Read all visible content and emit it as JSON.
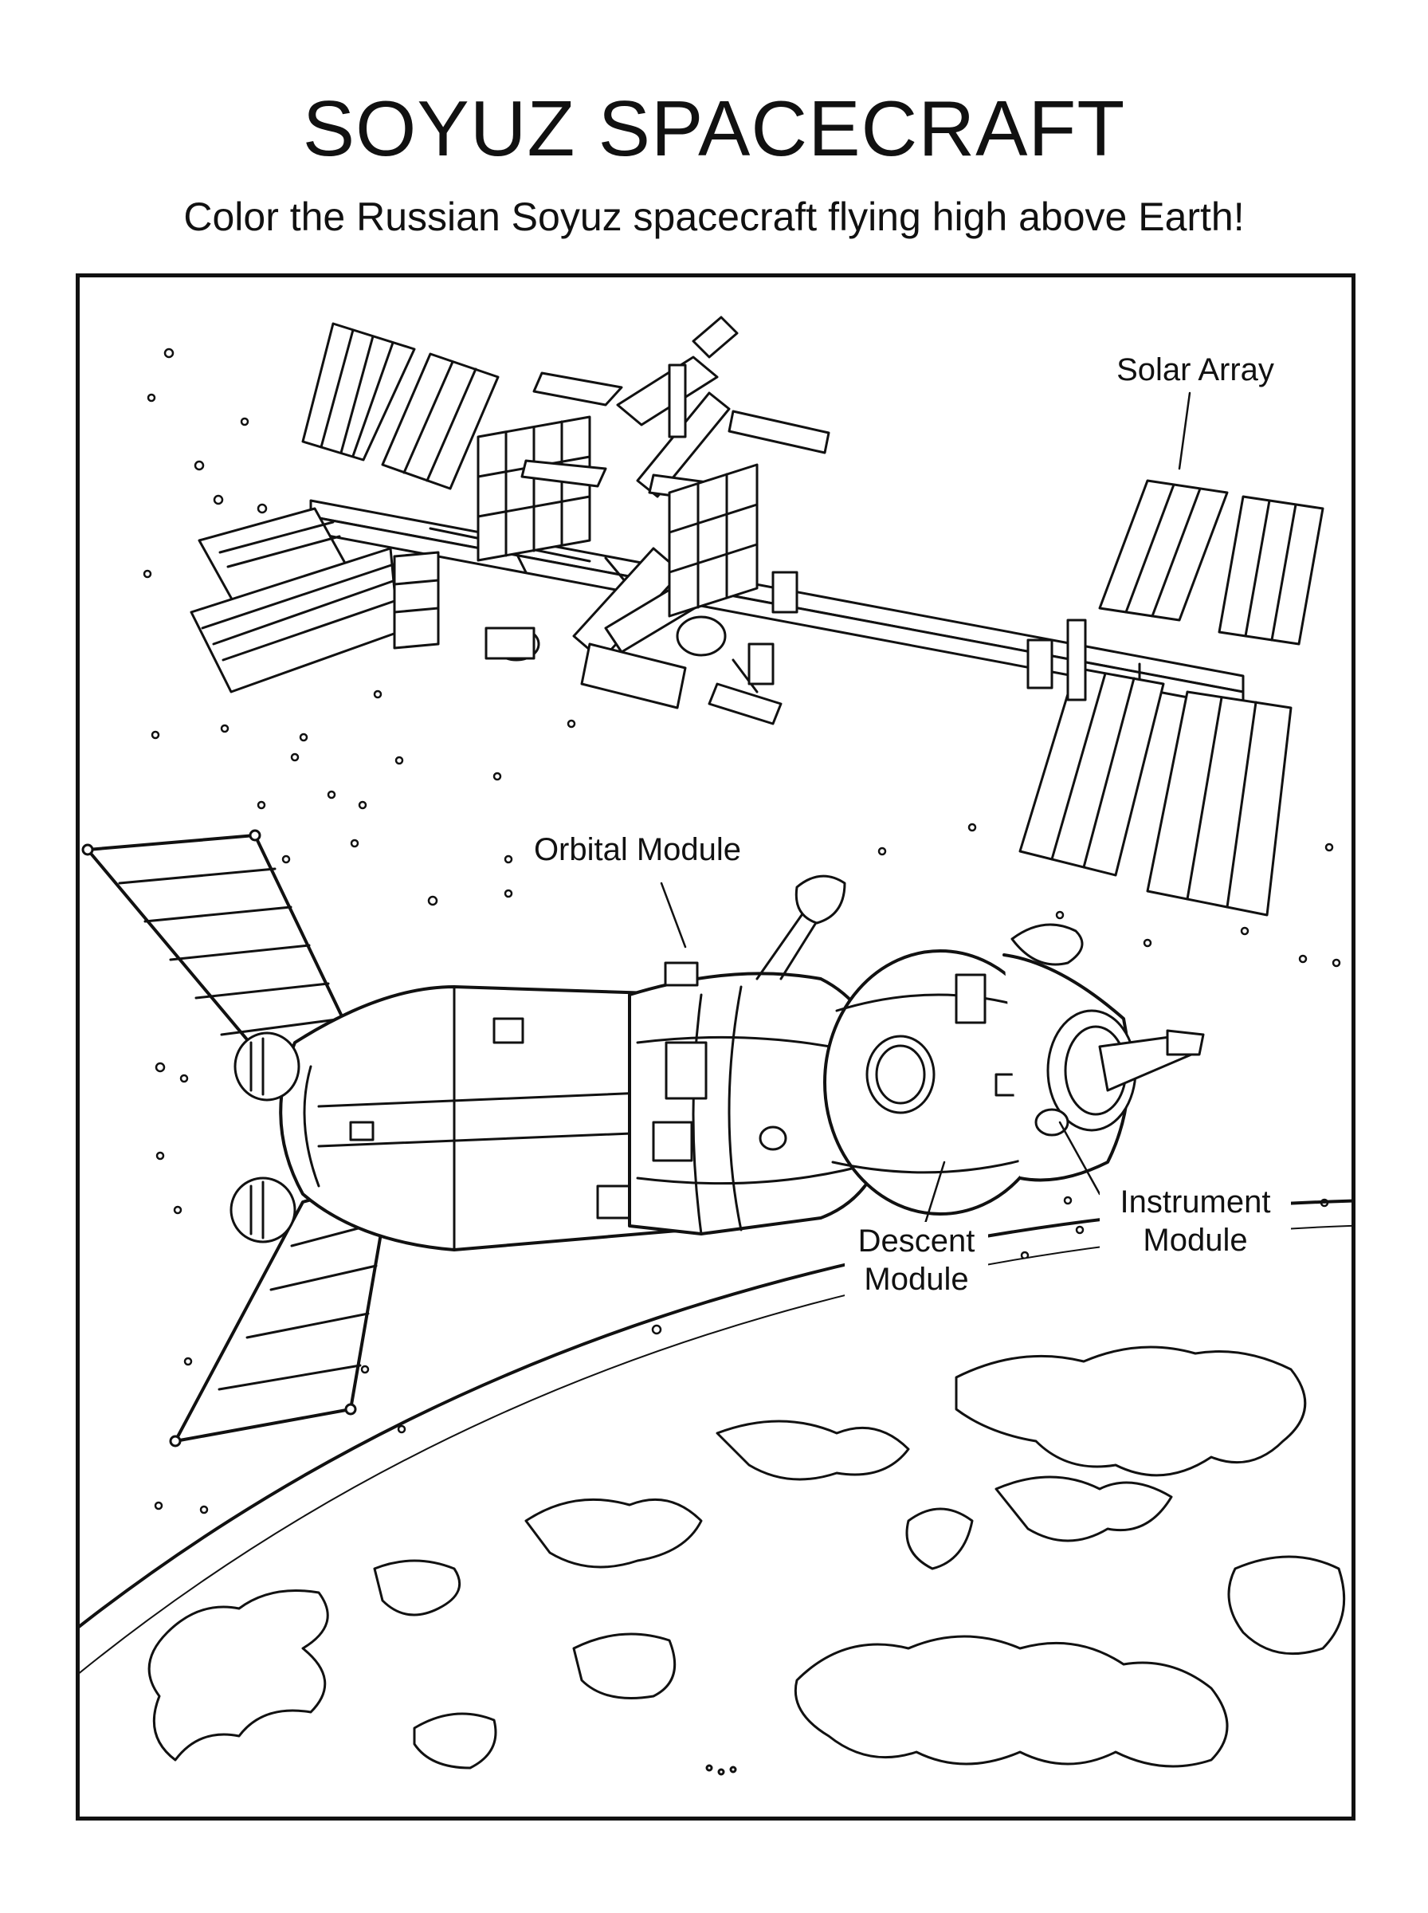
{
  "page": {
    "title": "SOYUZ SPACECRAFT",
    "subtitle": "Color the Russian Soyuz spacecraft flying high above Earth!"
  },
  "labels": {
    "solar_array": "Solar Array",
    "orbital_module": "Orbital Module",
    "descent_module_line1": "Descent",
    "descent_module_line2": "Module",
    "instrument_module_line1": "Instrument",
    "instrument_module_line2": "Module"
  },
  "style": {
    "ink": "#111111",
    "paper": "#ffffff"
  }
}
